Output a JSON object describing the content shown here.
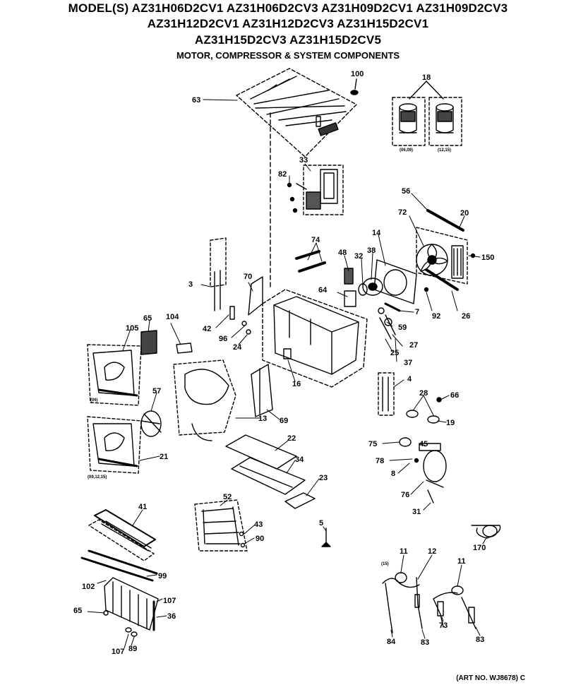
{
  "header": {
    "line1": "MODEL(S) AZ31H06D2CV1  AZ31H06D2CV3  AZ31H09D2CV1  AZ31H09D2CV3",
    "line2": "AZ31H12D2CV1  AZ31H12D2CV3  AZ31H15D2CV1",
    "line3": "AZ31H15D2CV3  AZ31H15D2CV5",
    "subtitle": "MOTOR, COMPRESSOR & SYSTEM COMPONENTS"
  },
  "art_number": "(ART NO. WJ8678) C",
  "notes": {
    "compressor_left": "(06,09)",
    "compressor_right": "(12,15)",
    "shroud_06": "(06)",
    "shroud_091215": "(09,12,15)",
    "tube_left": "(15)"
  },
  "callouts": [
    "100",
    "18",
    "63",
    "33",
    "82",
    "56",
    "20",
    "72",
    "150",
    "74",
    "48",
    "32",
    "38",
    "14",
    "3",
    "70",
    "64",
    "7",
    "92",
    "65",
    "104",
    "26",
    "42",
    "96",
    "59",
    "24",
    "27",
    "25",
    "105",
    "37",
    "16",
    "57",
    "4",
    "28",
    "66",
    "19",
    "13",
    "69",
    "21",
    "22",
    "75",
    "45",
    "78",
    "34",
    "23",
    "8",
    "76",
    "31",
    "52",
    "41",
    "43",
    "90",
    "5",
    "170",
    "99",
    "11",
    "12",
    "102",
    "107",
    "36",
    "65",
    "107",
    "89",
    "84",
    "83",
    "73",
    "83"
  ]
}
